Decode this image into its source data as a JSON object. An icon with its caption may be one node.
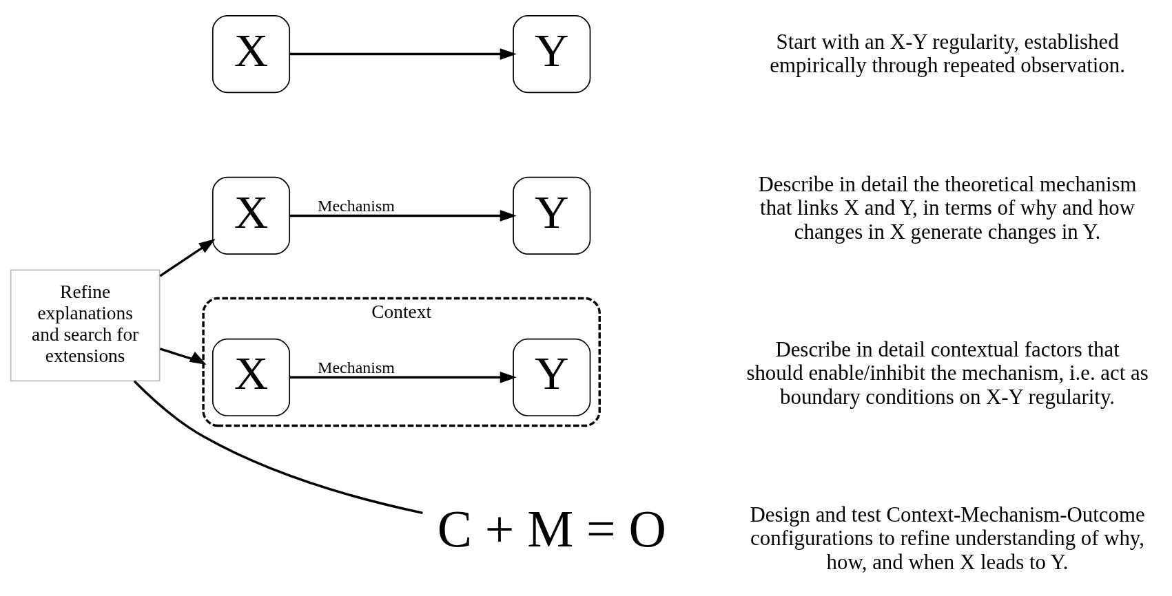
{
  "diagram": {
    "nodes": [
      {
        "text": [
          "X"
        ]
      },
      {
        "text": [
          "Y"
        ]
      },
      {
        "text": [
          "X"
        ]
      },
      {
        "text": [
          "Y"
        ]
      },
      {
        "text": [
          "Context"
        ]
      },
      {
        "text": [
          "X"
        ],
        "in": 4
      },
      {
        "text": [
          "Y"
        ],
        "in": 4
      },
      {
        "text": [
          "Refine explanations and search for extensions"
        ]
      },
      {
        "text": [
          "C + M = O"
        ]
      }
    ],
    "edges": [
      {
        "from": 0,
        "to": 1,
        "arrow": "to"
      },
      {
        "from": 2,
        "to": 3,
        "arrow": "to",
        "label": "Mechanism"
      },
      {
        "from": 5,
        "to": 6,
        "arrow": "to",
        "label": "Mechanism"
      },
      {
        "from": 7,
        "to": 2,
        "arrow": "to"
      },
      {
        "from": 7,
        "to": 4,
        "arrow": "to"
      },
      {
        "from": 7,
        "to": 8,
        "arrow": "none"
      }
    ],
    "labels": [
      "Start with an X-Y regularity, established empirically through repeated observation.",
      "Describe in detail the theoretical mechanism that links X and Y, in terms of why and how changes in X generate changes in Y.",
      "Describe in detail contextual factors that should enable/inhibit the mechanism, i.e. act as boundary conditions on X-Y regularity.",
      "Design and test Context-Mechanism-Outcome configurations to refine understanding of why, how, and when X leads to Y."
    ]
  }
}
